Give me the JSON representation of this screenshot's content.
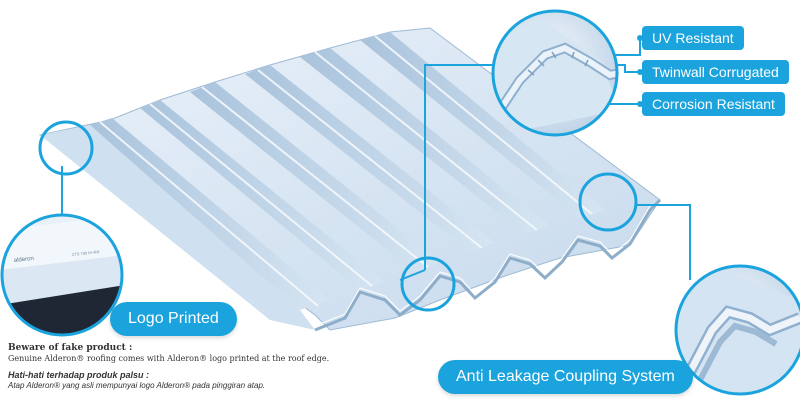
{
  "colors": {
    "accent": "#1aa3dc",
    "sheet_light": "#e3eef8",
    "sheet_mid": "#c2d6ea",
    "sheet_dark": "#94b3d0",
    "text": "#333333"
  },
  "callouts": {
    "uv_resistant": "UV Resistant",
    "twinwall_corrugated": "Twinwall Corrugated",
    "corrosion_resistant": "Corrosion Resistant",
    "logo_printed": "Logo Printed",
    "anti_leakage": "Anti Leakage Coupling System"
  },
  "notice": {
    "english_heading": "Beware of fake product :",
    "english_text": "Genuine Alderon® roofing comes with Alderon® logo printed at the roof edge.",
    "malay_heading": "Hati-hati terhadap produk palsu :",
    "malay_text": "Atap Alderon® yang asli mempunyai logo Alderon® pada pinggiran atap."
  },
  "sheet_print": {
    "brand_text": "alderon",
    "code_text": "ZTS 788 M-4f4f"
  }
}
